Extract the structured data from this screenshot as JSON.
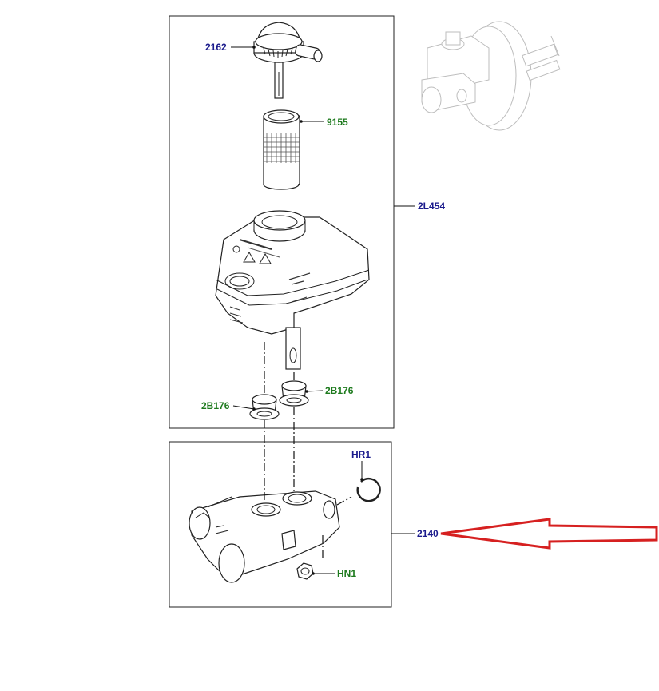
{
  "callouts": {
    "cap": "2162",
    "filter": "9155",
    "reservoir": "2L454",
    "grommet_left": "2B176",
    "grommet_right": "2B176",
    "ring": "HR1",
    "nut": "HN1",
    "master_cylinder": "2140"
  },
  "colors": {
    "part_number_blue": "#1a1a8c",
    "part_number_green": "#1d7a1d",
    "arrow": "#d62020",
    "frame": "#222222",
    "ghost": "#bdbdbd"
  }
}
